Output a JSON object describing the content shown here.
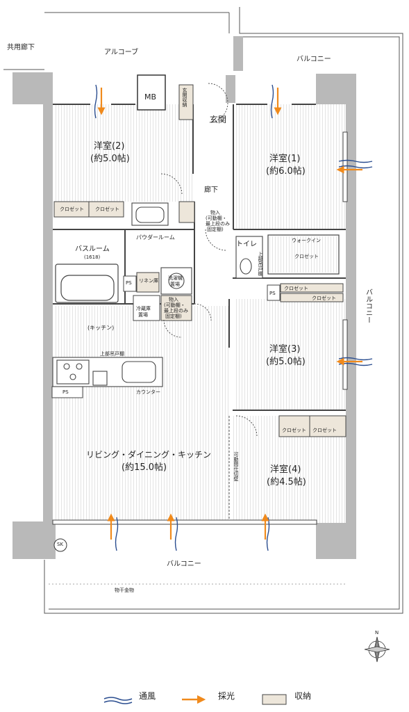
{
  "labels": {
    "common_corridor": "共用廊下",
    "alcove": "アルコーブ",
    "balcony_top": "バルコニー",
    "balcony_right": "バルコニー",
    "balcony_bottom": "バルコニー",
    "mb": "MB",
    "entrance_storage": "玄関収納",
    "entrance": "玄関",
    "hallway": "廊下",
    "room2_name": "洋室(2)",
    "room2_size": "(約5.0帖)",
    "room1_name": "洋室(1)",
    "room1_size": "(約6.0帖)",
    "room3_name": "洋室(3)",
    "room3_size": "(約5.0帖)",
    "room4_name": "洋室(4)",
    "room4_size": "(約4.5帖)",
    "ldk_name": "リビング・ダイニング・キッチン",
    "ldk_size": "(約15.0帖)",
    "kitchen": "(キッチン)",
    "bathroom": "バスルーム",
    "bath_size": "(1618)",
    "powder_room": "パウダールーム",
    "toilet": "トイレ",
    "walkin_top": "ウォークイン",
    "walkin_bottom": "クロゼット",
    "closet": "クロゼット",
    "ps": "PS",
    "linen": "リネン庫",
    "washer_1": "洗濯機",
    "washer_2": "置場",
    "fridge_1": "冷蔵庫",
    "fridge_2": "置場",
    "storage_1": "物入",
    "storage_2": "(可動棚・",
    "storage_3": "最上段のみ",
    "storage_4": "固定棚)",
    "upper_cabinet": "上部吊戸棚",
    "counter": "カウンター",
    "movable_partition": "可動間仕切壁",
    "drying_hardware": "物干金物",
    "sk": "SK",
    "north": "N"
  },
  "legend": {
    "ventilation": "通風",
    "lighting": "採光",
    "storage": "収納"
  },
  "colors": {
    "wall": "#b9b9b9",
    "storage_fill": "#ede6da",
    "wind": "#2a4d8f",
    "light": "#f08a1c",
    "floor_line": "#d6d6d6"
  }
}
